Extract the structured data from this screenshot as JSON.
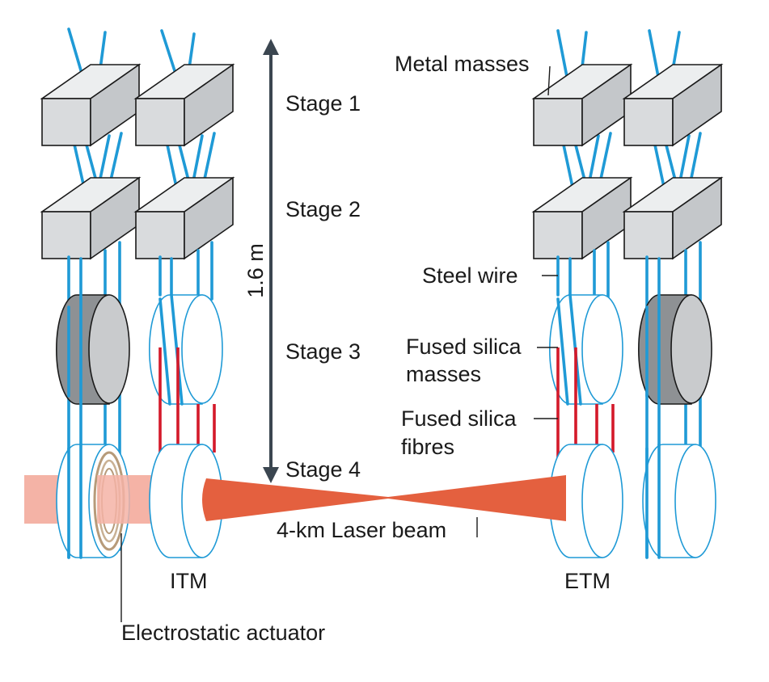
{
  "labels": {
    "metal_masses": "Metal masses",
    "stage1": "Stage 1",
    "stage2": "Stage 2",
    "stage3": "Stage 3",
    "stage4": "Stage 4",
    "height": "1.6 m",
    "steel_wire": "Steel wire",
    "fused_silica_masses_l1": "Fused silica",
    "fused_silica_masses_l2": "masses",
    "fused_silica_fibres_l1": "Fused silica",
    "fused_silica_fibres_l2": "fibres",
    "laser_beam": "4-km Laser beam",
    "itm": "ITM",
    "etm": "ETM",
    "electrostatic_actuator": "Electrostatic actuator"
  },
  "colors": {
    "wire": "#1f9ad6",
    "fibre": "#d4192a",
    "beam": "#e4603f",
    "beam_faded": "#f4b3a6",
    "box": "#d9dbdd",
    "arrow": "#3b4650"
  }
}
